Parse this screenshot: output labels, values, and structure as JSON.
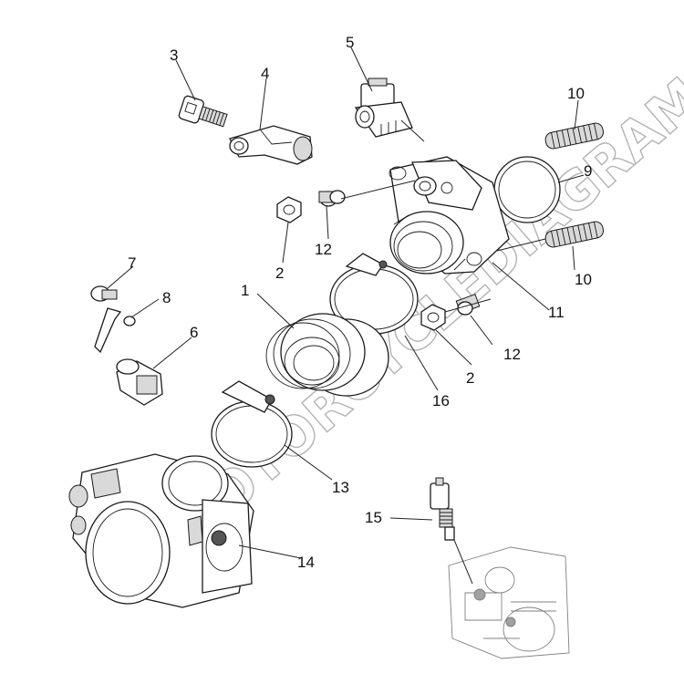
{
  "diagram": {
    "labels": {
      "n1": "1",
      "n2a": "2",
      "n2b": "2",
      "n3": "3",
      "n4": "4",
      "n5": "5",
      "n6": "6",
      "n7": "7",
      "n8": "8",
      "n9": "9",
      "n10a": "10",
      "n10b": "10",
      "n11": "11",
      "n12a": "12",
      "n12b": "12",
      "n13": "13",
      "n14": "14",
      "n15": "15",
      "n16": "16"
    },
    "watermark": "MOTORCYCLEDIAGRAM"
  }
}
